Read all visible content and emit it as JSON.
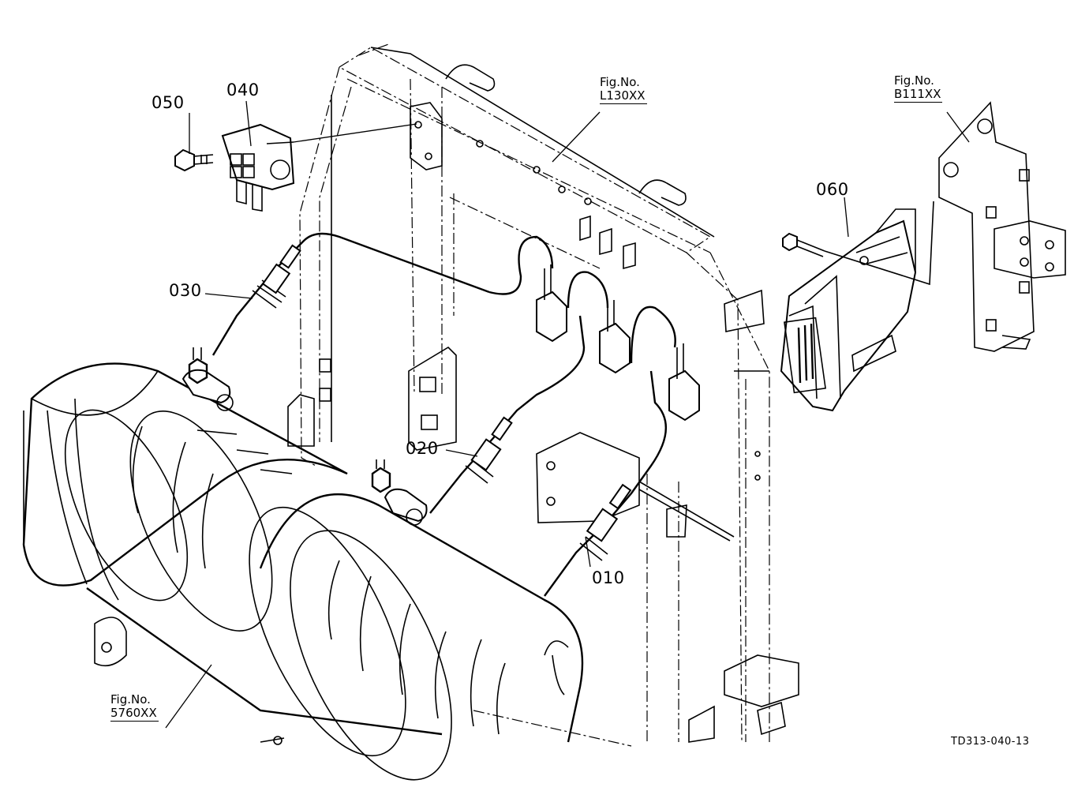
{
  "parts": [
    {
      "id": "part-010",
      "label": "010"
    },
    {
      "id": "part-020",
      "label": "020"
    },
    {
      "id": "part-030",
      "label": "030"
    },
    {
      "id": "part-040",
      "label": "040"
    },
    {
      "id": "part-050",
      "label": "050"
    },
    {
      "id": "part-060",
      "label": "060"
    }
  ],
  "figure_refs": [
    {
      "prefix": "Fig.No.",
      "code": "L130XX"
    },
    {
      "prefix": "Fig.No.",
      "code": "B111XX"
    },
    {
      "prefix": "Fig.No.",
      "code": "5760XX"
    }
  ],
  "drawing_number": "TD313-040-13"
}
